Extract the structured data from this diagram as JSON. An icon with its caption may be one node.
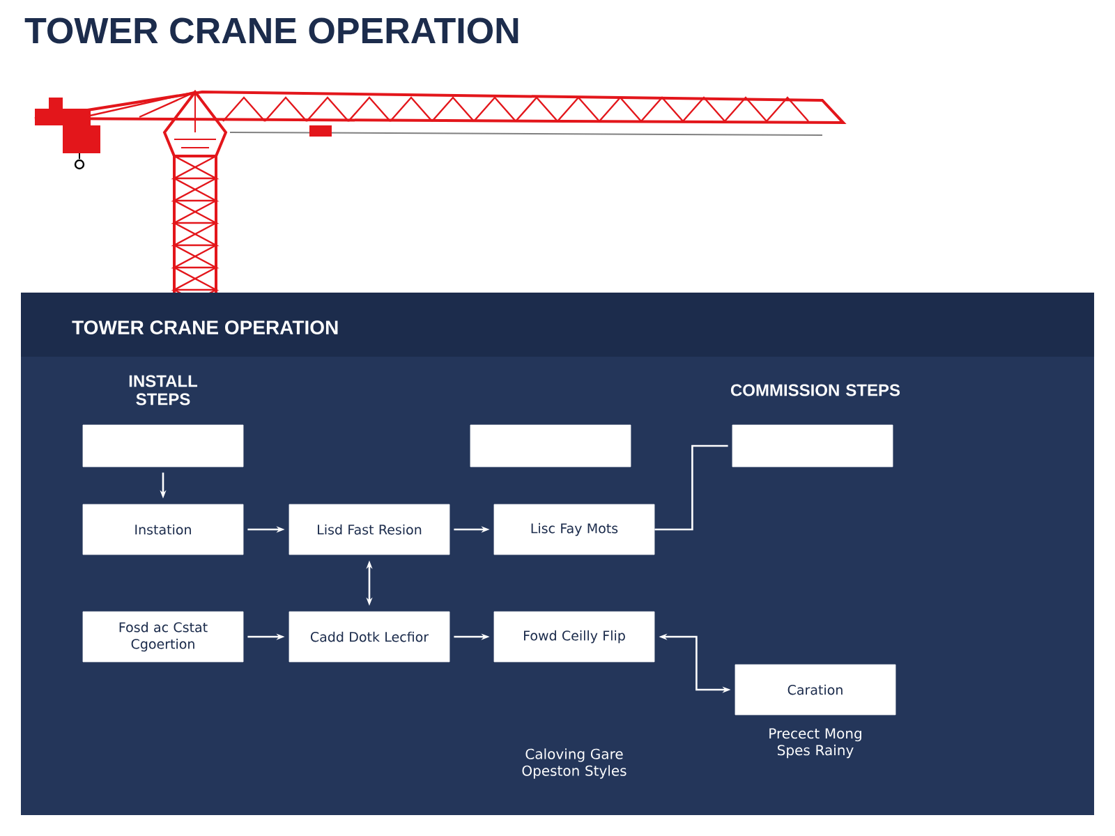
{
  "diagram": {
    "title": "TOWER CRANE OPERATION",
    "nodes": [
      {
        "text": [],
        "shape": "box"
      },
      {
        "text": [],
        "shape": "box"
      },
      {
        "text": [],
        "shape": "box"
      },
      {
        "text": [
          "Instation"
        ]
      },
      {
        "text": [
          "Lisd Fast Resion"
        ]
      },
      {
        "text": [
          "Lisc Fay Mots"
        ]
      },
      {
        "text": [
          "Fosd ac Cstat Cgoertion"
        ]
      },
      {
        "text": [
          "Cadd Dotk Lecfior"
        ]
      },
      {
        "text": [
          "Fowd Ceilly Flip"
        ]
      },
      {
        "text": [
          "Caration"
        ],
        "beside": [
          "Precect Mong Spes Rainy"
        ]
      }
    ],
    "edges": [
      {
        "from": 0,
        "to": 3,
        "arrow": "to"
      },
      {
        "from": 3,
        "to": 4,
        "arrow": "to"
      },
      {
        "from": 4,
        "to": 5,
        "arrow": "to"
      },
      {
        "from": 4,
        "to": 7,
        "arrow": "both"
      },
      {
        "from": 6,
        "to": 7,
        "arrow": "to"
      },
      {
        "from": 7,
        "to": 8,
        "arrow": "to"
      },
      {
        "from": 5,
        "to": 2,
        "arrow": "none"
      },
      {
        "from": 8,
        "to": 9,
        "arrow": "both"
      }
    ],
    "labels": [
      "TOWER CRANE OPERATION",
      "INSTALL STEPS",
      "COMMISSION STEPS",
      "Caloving Gare Opeston Styles"
    ]
  }
}
